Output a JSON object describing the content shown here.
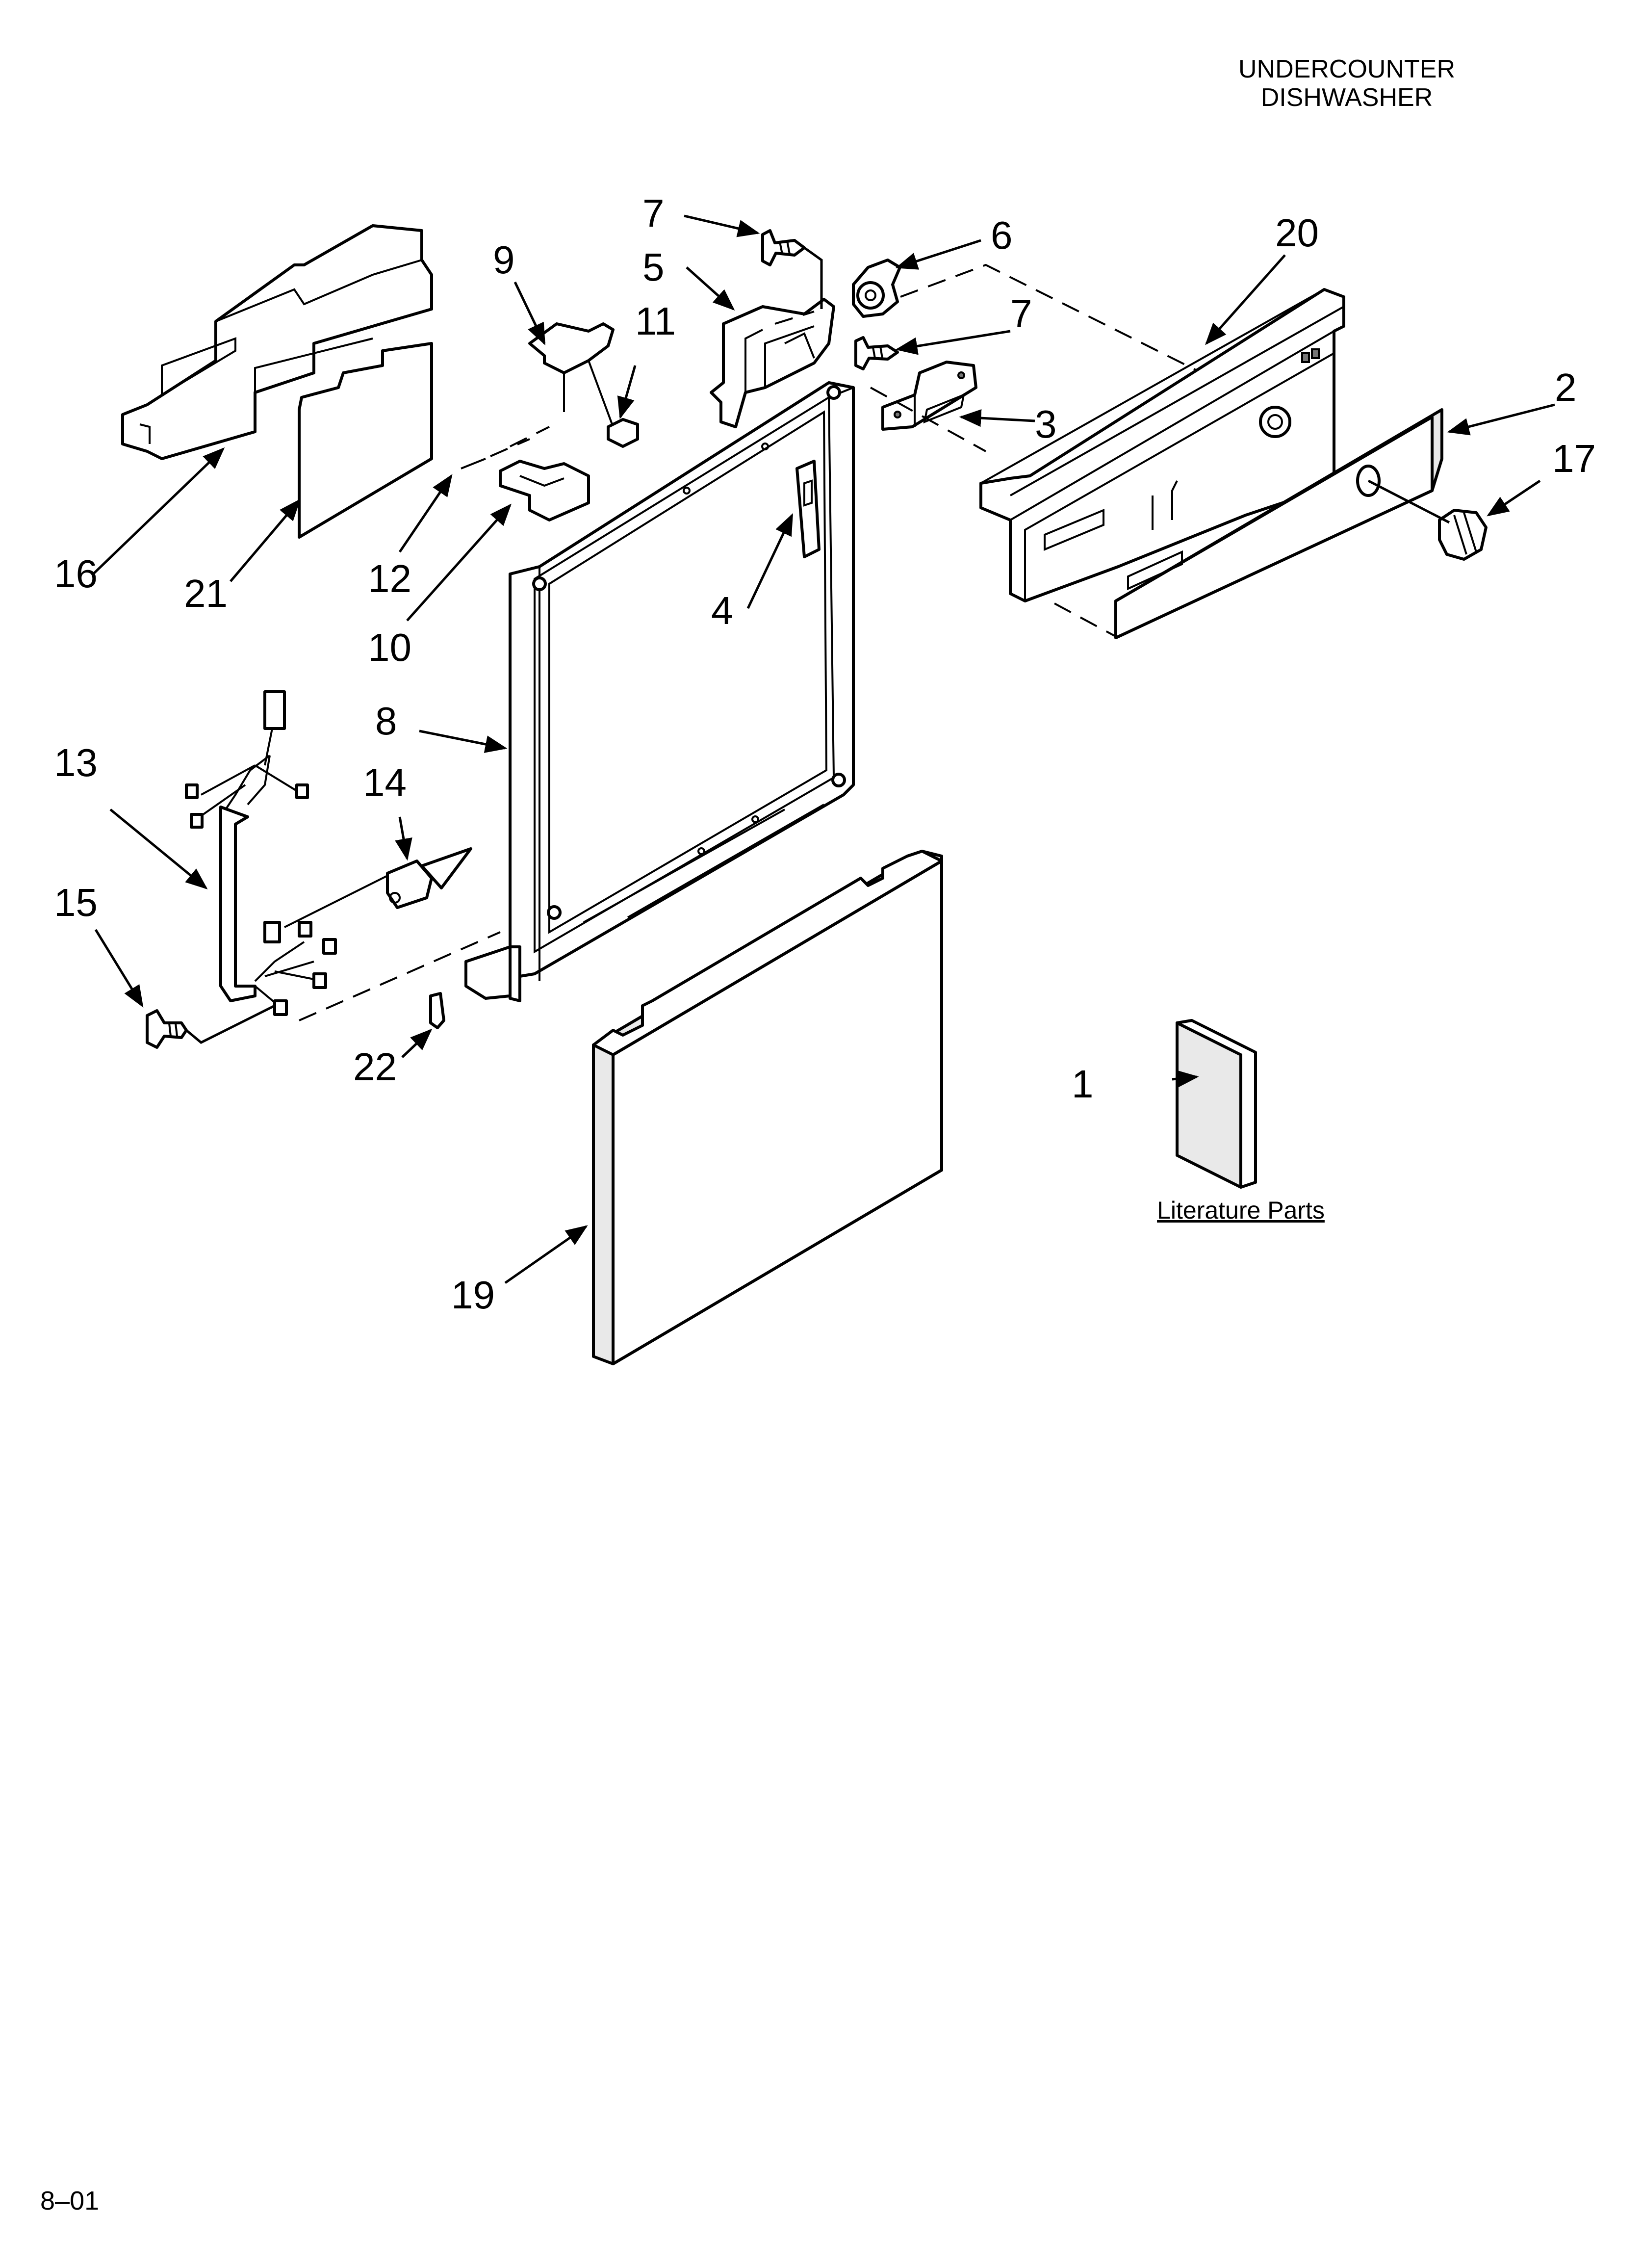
{
  "header": {
    "title_line1": "UNDERCOUNTER",
    "title_line2": "DISHWASHER"
  },
  "footer": {
    "code": "8–01"
  },
  "literature": {
    "label": "Literature Parts"
  },
  "callouts": {
    "c1": "1",
    "c2": "2",
    "c3": "3",
    "c4": "4",
    "c5": "5",
    "c6": "6",
    "c7a": "7",
    "c7b": "7",
    "c8": "8",
    "c9": "9",
    "c10": "10",
    "c11": "11",
    "c12": "12",
    "c13": "13",
    "c14": "14",
    "c15": "15",
    "c16": "16",
    "c17": "17",
    "c19": "19",
    "c20": "20",
    "c21": "21",
    "c22": "22"
  }
}
